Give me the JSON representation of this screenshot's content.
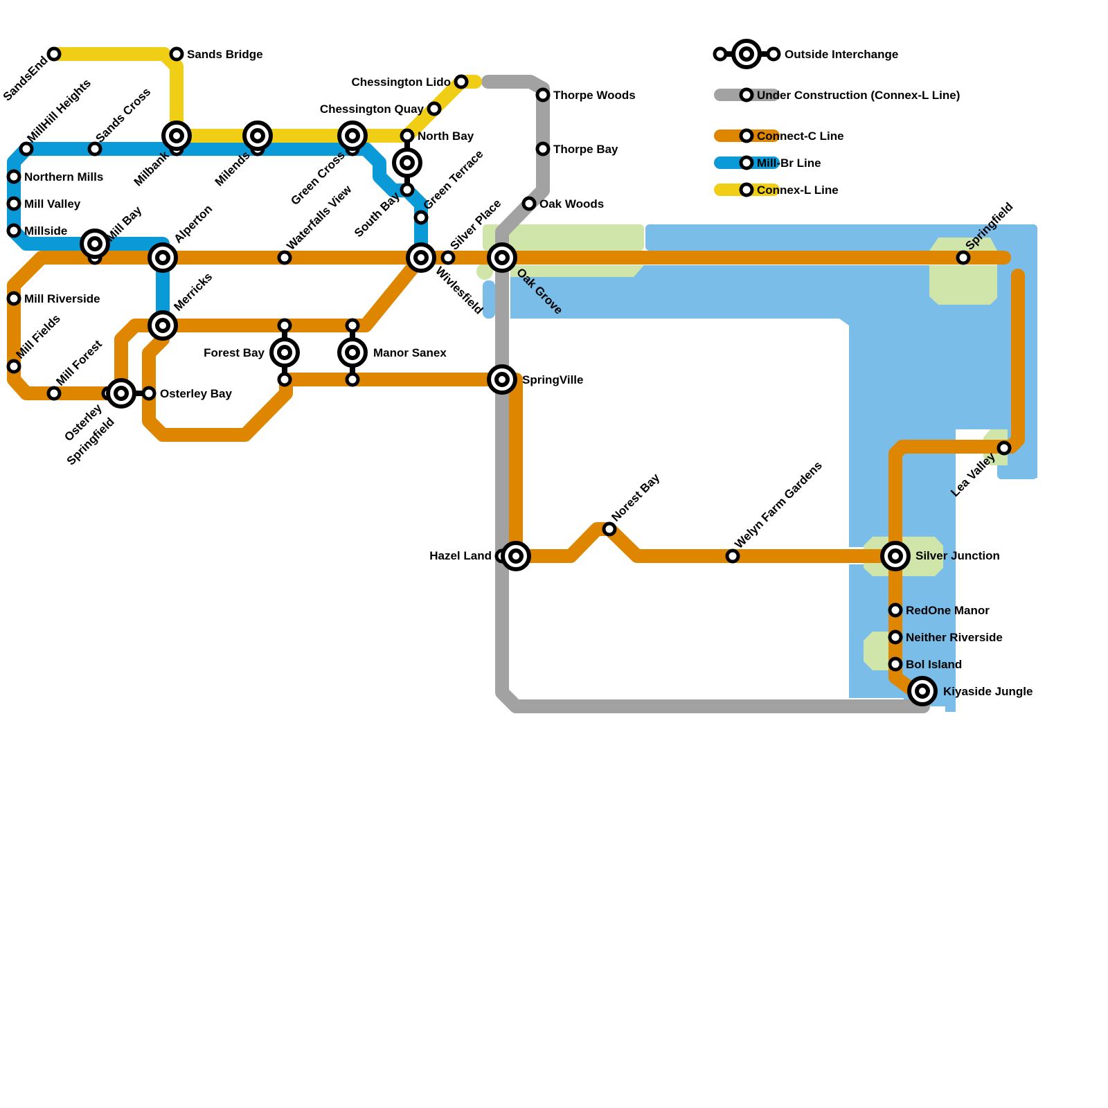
{
  "colors": {
    "connex_l": "#f0ce15",
    "mill_br": "#0a9ad7",
    "connect_c": "#df8600",
    "under_construction": "#a2a2a2",
    "water": "#79bde8",
    "park": "#cfe5a9"
  },
  "legend": [
    {
      "label": "Outside Interchange",
      "icon": "interchange-icon"
    },
    {
      "label": "Under Construction (Connex-L Line)",
      "color": "#a2a2a2"
    },
    {
      "label": "Connect-C Line",
      "color": "#df8600"
    },
    {
      "label": "Mill-Br Line",
      "color": "#0a9ad7"
    },
    {
      "label": "Connex-L Line",
      "color": "#f0ce15"
    }
  ],
  "stations": [
    {
      "name": "SandsEnd"
    },
    {
      "name": "Sands Bridge"
    },
    {
      "name": "MillHill Heights"
    },
    {
      "name": "Sands Cross"
    },
    {
      "name": "Milbank",
      "interchange": true
    },
    {
      "name": "Milends",
      "interchange": true
    },
    {
      "name": "Green Cross",
      "interchange": true
    },
    {
      "name": "North Bay"
    },
    {
      "name": "Chessington Quay"
    },
    {
      "name": "Chessington Lido"
    },
    {
      "name": "",
      "interchange": true
    },
    {
      "name": "South Bay"
    },
    {
      "name": "Green Terrace"
    },
    {
      "name": "Thorpe Woods"
    },
    {
      "name": "Thorpe Bay"
    },
    {
      "name": "Oak Woods"
    },
    {
      "name": "Northern Mills"
    },
    {
      "name": "Mill Valley"
    },
    {
      "name": "Millside"
    },
    {
      "name": "Mill Bay",
      "interchange": true
    },
    {
      "name": "Alperton",
      "interchange": true
    },
    {
      "name": "Waterfalls View"
    },
    {
      "name": "Wivlesfield",
      "interchange": true
    },
    {
      "name": "Silver Place"
    },
    {
      "name": "Oak Grove",
      "interchange": true
    },
    {
      "name": "Springfield"
    },
    {
      "name": "Mill Riverside"
    },
    {
      "name": "Mill Fields"
    },
    {
      "name": "Mill Forest"
    },
    {
      "name": "Osterley",
      "interchange": true
    },
    {
      "name": "Springfield"
    },
    {
      "name": "Osterley Bay"
    },
    {
      "name": "Merricks",
      "interchange": true
    },
    {
      "name": "Forest Bay",
      "interchange": true
    },
    {
      "name": "Manor Sanex",
      "interchange": true
    },
    {
      "name": "SpringVille",
      "interchange": true
    },
    {
      "name": "Hazel Land",
      "interchange": true
    },
    {
      "name": "Norest Bay"
    },
    {
      "name": "Welyn Farm Gardens"
    },
    {
      "name": "Silver Junction",
      "interchange": true
    },
    {
      "name": "RedOne Manor"
    },
    {
      "name": "Neither Riverside"
    },
    {
      "name": "Bol Island"
    },
    {
      "name": "Kiyaside Jungle",
      "interchange": true
    },
    {
      "name": "Lea Valley"
    }
  ]
}
